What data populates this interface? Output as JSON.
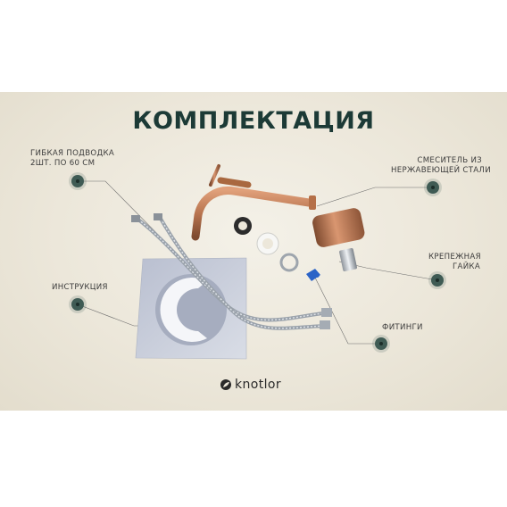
{
  "title": "КОМПЛЕКТАЦИЯ",
  "labels": {
    "hose": [
      "ГИБКАЯ ПОДВОДКА",
      "2ШТ. ПО 60 СМ"
    ],
    "mixer": [
      "СМЕСИТЕЛЬ ИЗ",
      "НЕРЖАВЕЮЩЕЙ СТАЛИ"
    ],
    "instruction": [
      "ИНСТРУКЦИЯ"
    ],
    "nut": [
      "КРЕПЕЖНАЯ",
      "ГАЙКА"
    ],
    "fittings": [
      "ФИТИНГИ"
    ]
  },
  "brand": {
    "name": "knotlor",
    "logo_icon": "leaf-drop-icon"
  },
  "colors": {
    "title": "#1c3a36",
    "dot": "#3f5b54",
    "faucet": "#b8744f",
    "background": "#ece7da"
  }
}
